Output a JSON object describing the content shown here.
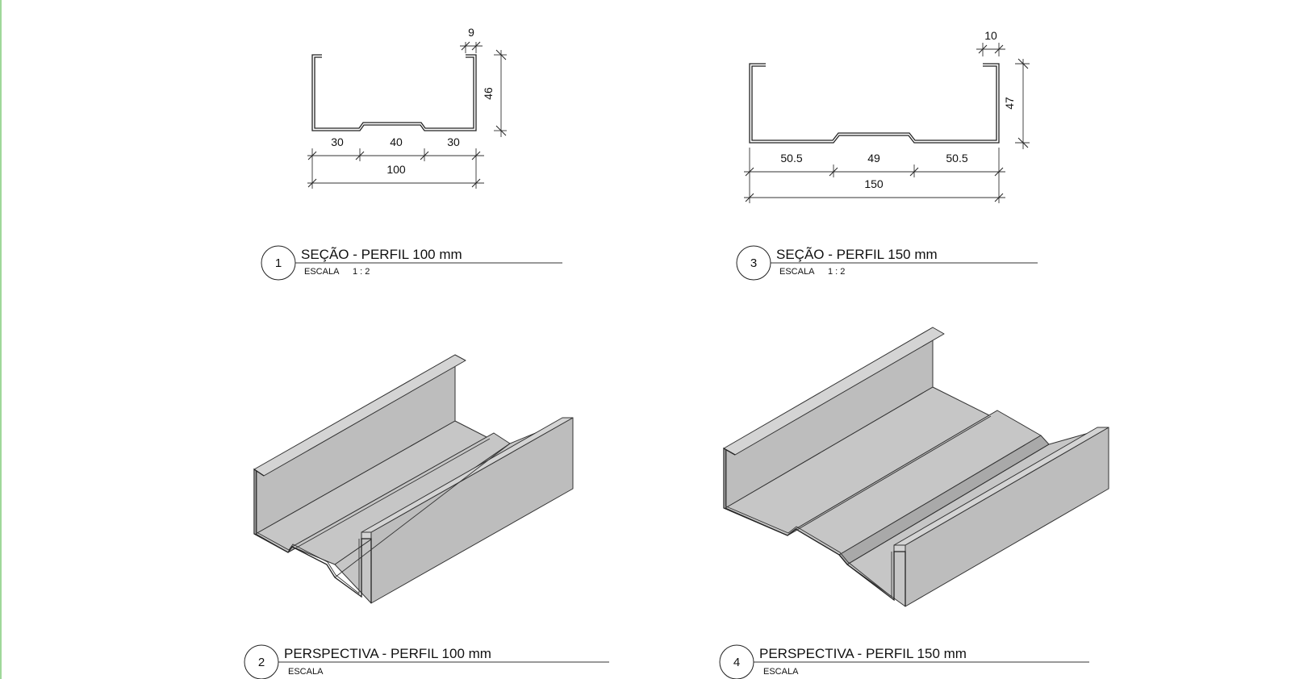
{
  "drawings": [
    {
      "number": "1",
      "title": "SEÇÃO - PERFIL 100 mm",
      "scale_label": "ESCALA",
      "scale_value": "1 : 2",
      "dims": {
        "lip": "9",
        "height": "46",
        "left": "30",
        "center": "40",
        "right": "30",
        "total": "100"
      }
    },
    {
      "number": "3",
      "title": "SEÇÃO - PERFIL 150 mm",
      "scale_label": "ESCALA",
      "scale_value": "1 : 2",
      "dims": {
        "lip": "10",
        "height": "47",
        "left": "50.5",
        "center": "49",
        "right": "50.5",
        "total": "150"
      }
    },
    {
      "number": "2",
      "title": "PERSPECTIVA - PERFIL 100 mm",
      "scale_label": "ESCALA",
      "scale_value": ""
    },
    {
      "number": "4",
      "title": "PERSPECTIVA - PERFIL 150 mm",
      "scale_label": "ESCALA",
      "scale_value": ""
    }
  ],
  "colors": {
    "line": "#222222",
    "metal_face": "#c6c6c6",
    "edge_accent": "#9fd89a"
  }
}
